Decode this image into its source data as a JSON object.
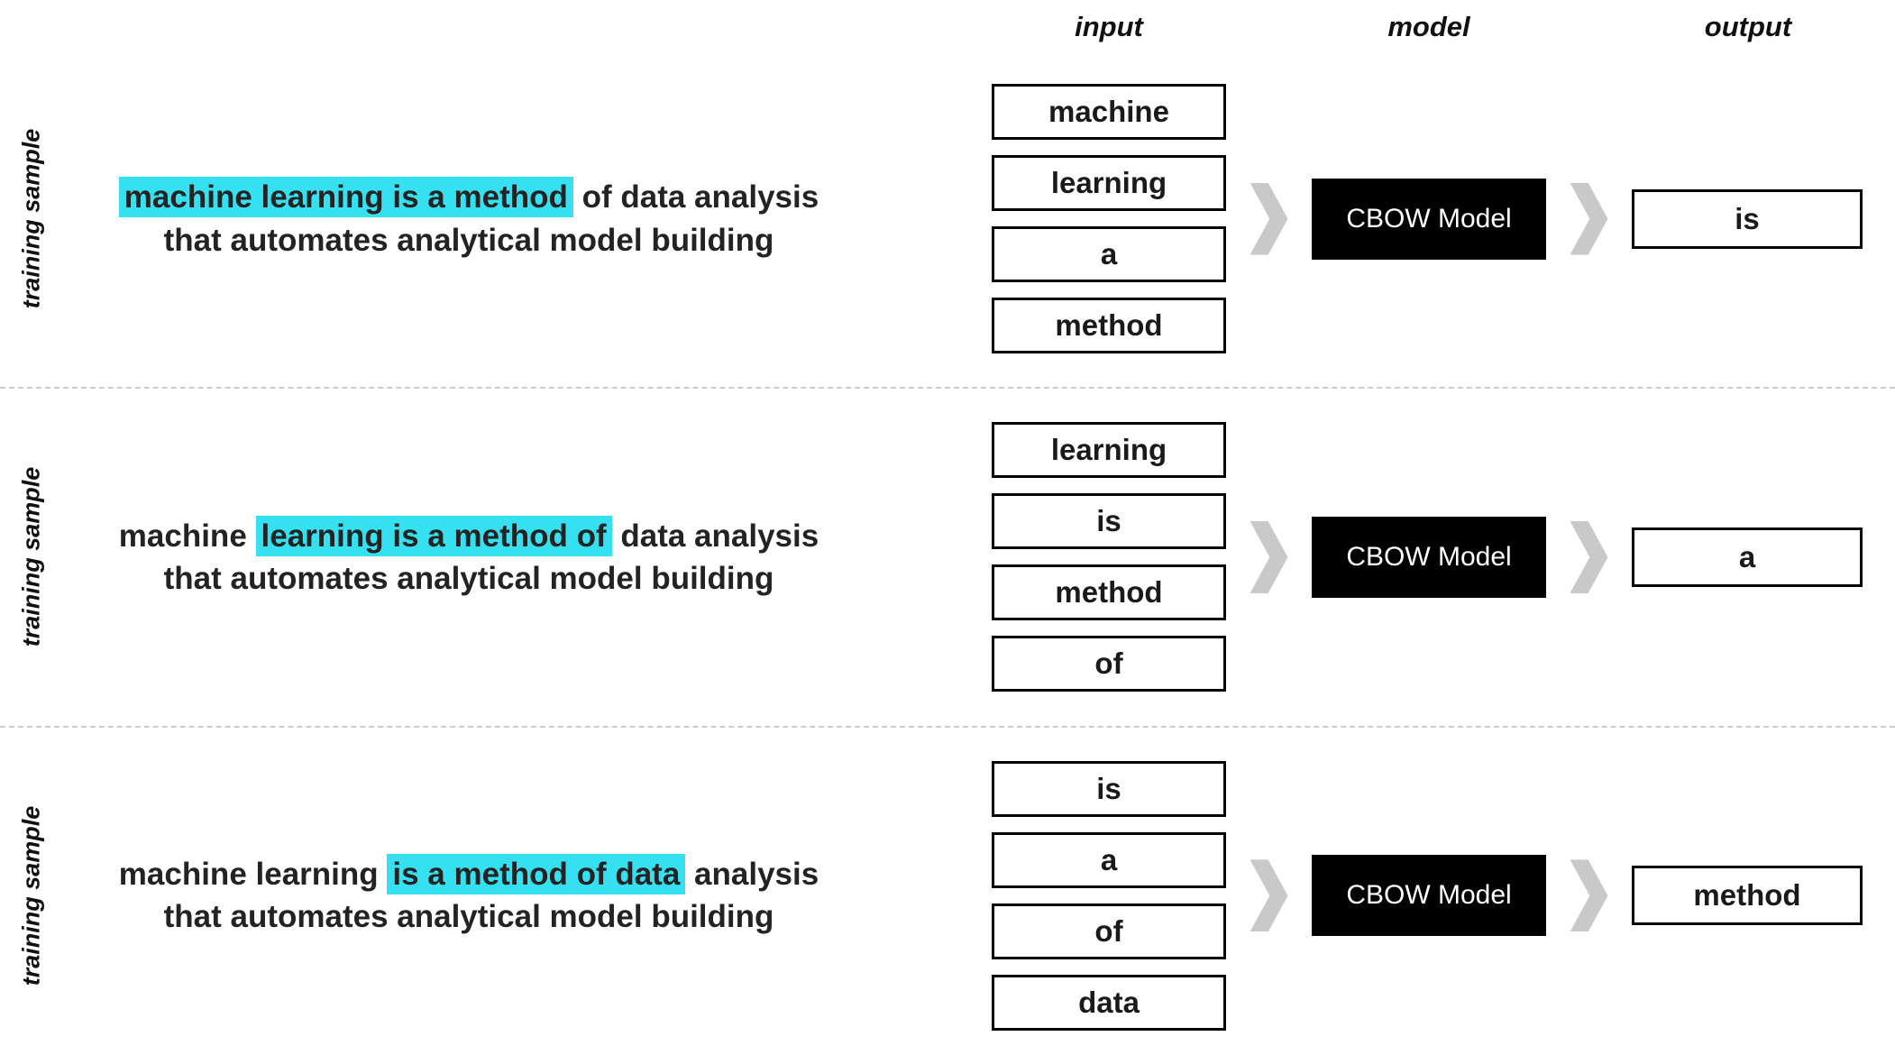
{
  "headers": {
    "input": "input",
    "model": "model",
    "output": "output"
  },
  "rows": [
    {
      "side_label": "training sample",
      "sentence": {
        "pre": "",
        "highlight": "machine learning is a method",
        "post": " of data analysis",
        "line2": "that automates analytical model building"
      },
      "inputs": [
        "machine",
        "learning",
        "a",
        "method"
      ],
      "model_label": "CBOW Model",
      "output": "is"
    },
    {
      "side_label": "training sample",
      "sentence": {
        "pre": "machine ",
        "highlight": "learning is a method of",
        "post": " data analysis",
        "line2": "that automates analytical model building"
      },
      "inputs": [
        "learning",
        "is",
        "method",
        "of"
      ],
      "model_label": "CBOW Model",
      "output": "a"
    },
    {
      "side_label": "training sample",
      "sentence": {
        "pre": "machine learning ",
        "highlight": "is a method of data",
        "post": " analysis",
        "line2": "that automates analytical model building"
      },
      "inputs": [
        "is",
        "a",
        "of",
        "data"
      ],
      "model_label": "CBOW Model",
      "output": "method"
    }
  ],
  "icons": {
    "arrow": "chevron-right-icon"
  },
  "colors": {
    "highlight": "#35e0f0",
    "model_bg": "#000000",
    "model_text": "#ffffff",
    "arrow": "#c9c9c9",
    "separator": "#cccccc",
    "text": "#1f1f1f"
  }
}
